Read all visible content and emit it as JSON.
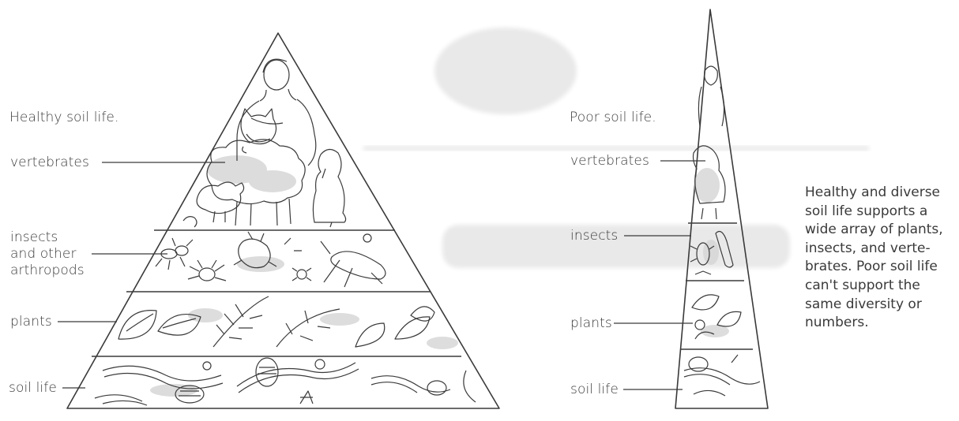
{
  "left_pyramid": {
    "title": "Healthy soil life.",
    "levels": {
      "vertebrates": "vertebrates",
      "insects": [
        "insects",
        "and other",
        "arthropods"
      ],
      "plants": "plants",
      "soil_life": "soil life"
    }
  },
  "right_pyramid": {
    "title": "Poor soil life.",
    "levels": {
      "vertebrates": "vertebrates",
      "insects": "insects",
      "plants": "plants",
      "soil_life": "soil life"
    }
  },
  "caption": [
    "Healthy and diverse",
    "soil life supports a",
    "wide array of plants,",
    "insects, and verte-",
    "brates. Poor soil life",
    "can't support the",
    "same diversity or",
    "numbers."
  ],
  "colors": {
    "ink": "#3a3a3a",
    "wash": "#cfcfcf",
    "paper": "#ffffff"
  }
}
